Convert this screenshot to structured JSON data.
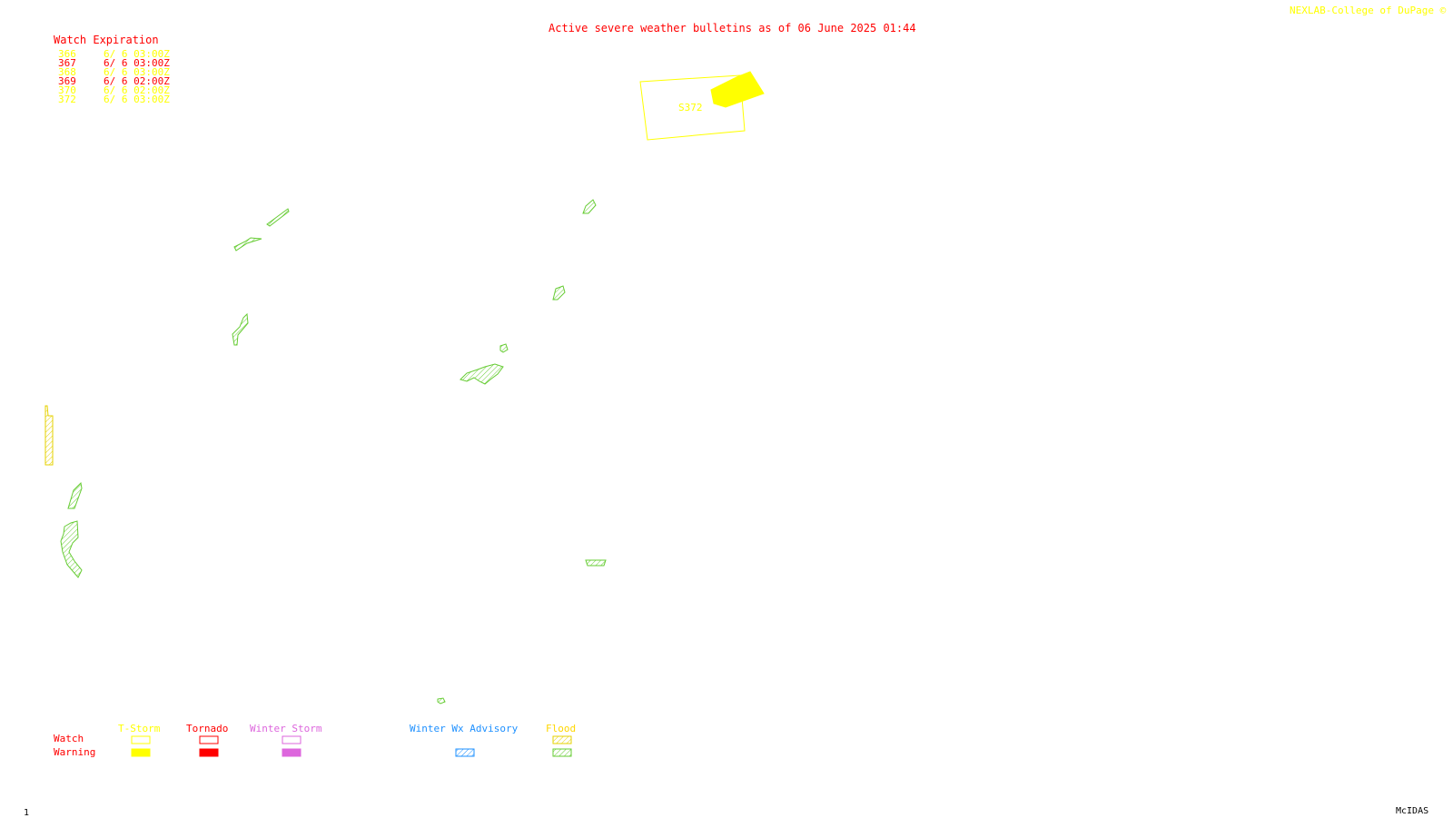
{
  "header": {
    "title": "Active severe weather bulletins as of 06 June 2025 01:44",
    "credit": "NEXLAB-College of DuPage ©"
  },
  "watch_expiration": {
    "heading": "Watch Expiration",
    "rows": [
      {
        "num": "366",
        "time": "6/ 6 03:00Z",
        "color": "#ffff00"
      },
      {
        "num": "367",
        "time": "6/ 6 03:00Z",
        "color": "#ff0000"
      },
      {
        "num": "368",
        "time": "6/ 6 03:00Z",
        "color": "#ffff00"
      },
      {
        "num": "369",
        "time": "6/ 6 02:00Z",
        "color": "#ff0000"
      },
      {
        "num": "370",
        "time": "6/ 6 02:00Z",
        "color": "#ffff00"
      },
      {
        "num": "372",
        "time": "6/ 6 03:00Z",
        "color": "#ffff00"
      }
    ]
  },
  "map": {
    "watch_label": "S372"
  },
  "legend": {
    "row_watch": "Watch",
    "row_warning": "Warning",
    "tstorm": "T-Storm",
    "tornado": "Tornado",
    "winter_storm": "Winter Storm",
    "winter_wx_advisory": "Winter Wx Advisory",
    "flood": "Flood",
    "colors": {
      "tstorm": "#ffff00",
      "tornado": "#ff0000",
      "winter_storm": "#dd66dd",
      "winter_wx_advisory": "#1e90ff",
      "flood": "#ffd700",
      "flood_warning": "#66cc33"
    }
  },
  "footer": {
    "frame_number": "1",
    "software": "McIDAS"
  }
}
